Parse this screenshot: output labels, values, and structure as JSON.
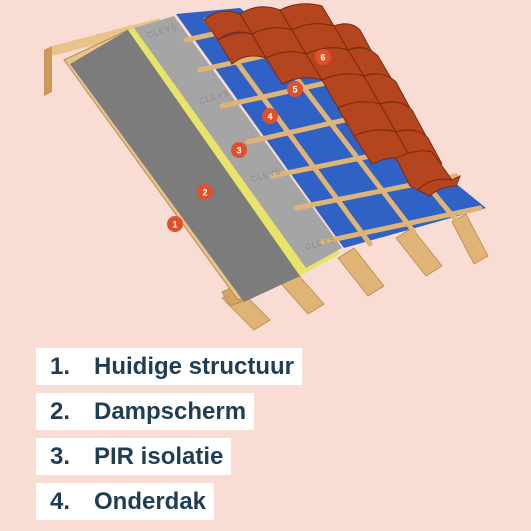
{
  "brand": "CLEYS",
  "colors": {
    "background": "#f9ddd4",
    "timber": "#e0b476",
    "timber_dark": "#b88a4c",
    "membrane": "#7c7c7c",
    "insulation": "#a5a5a5",
    "insulation_edge": "#e8e46a",
    "underlay": "#2f62c4",
    "tile": "#b5451e",
    "badge": "#e2502b",
    "legend_text": "#1f3d55"
  },
  "markers": [
    "1",
    "2",
    "3",
    "4",
    "5",
    "6"
  ],
  "legend": [
    {
      "number": "1.",
      "label": "Huidige structuur"
    },
    {
      "number": "2.",
      "label": "Dampscherm"
    },
    {
      "number": "3.",
      "label": "PIR isolatie"
    },
    {
      "number": "4.",
      "label": "Onderdak"
    }
  ]
}
